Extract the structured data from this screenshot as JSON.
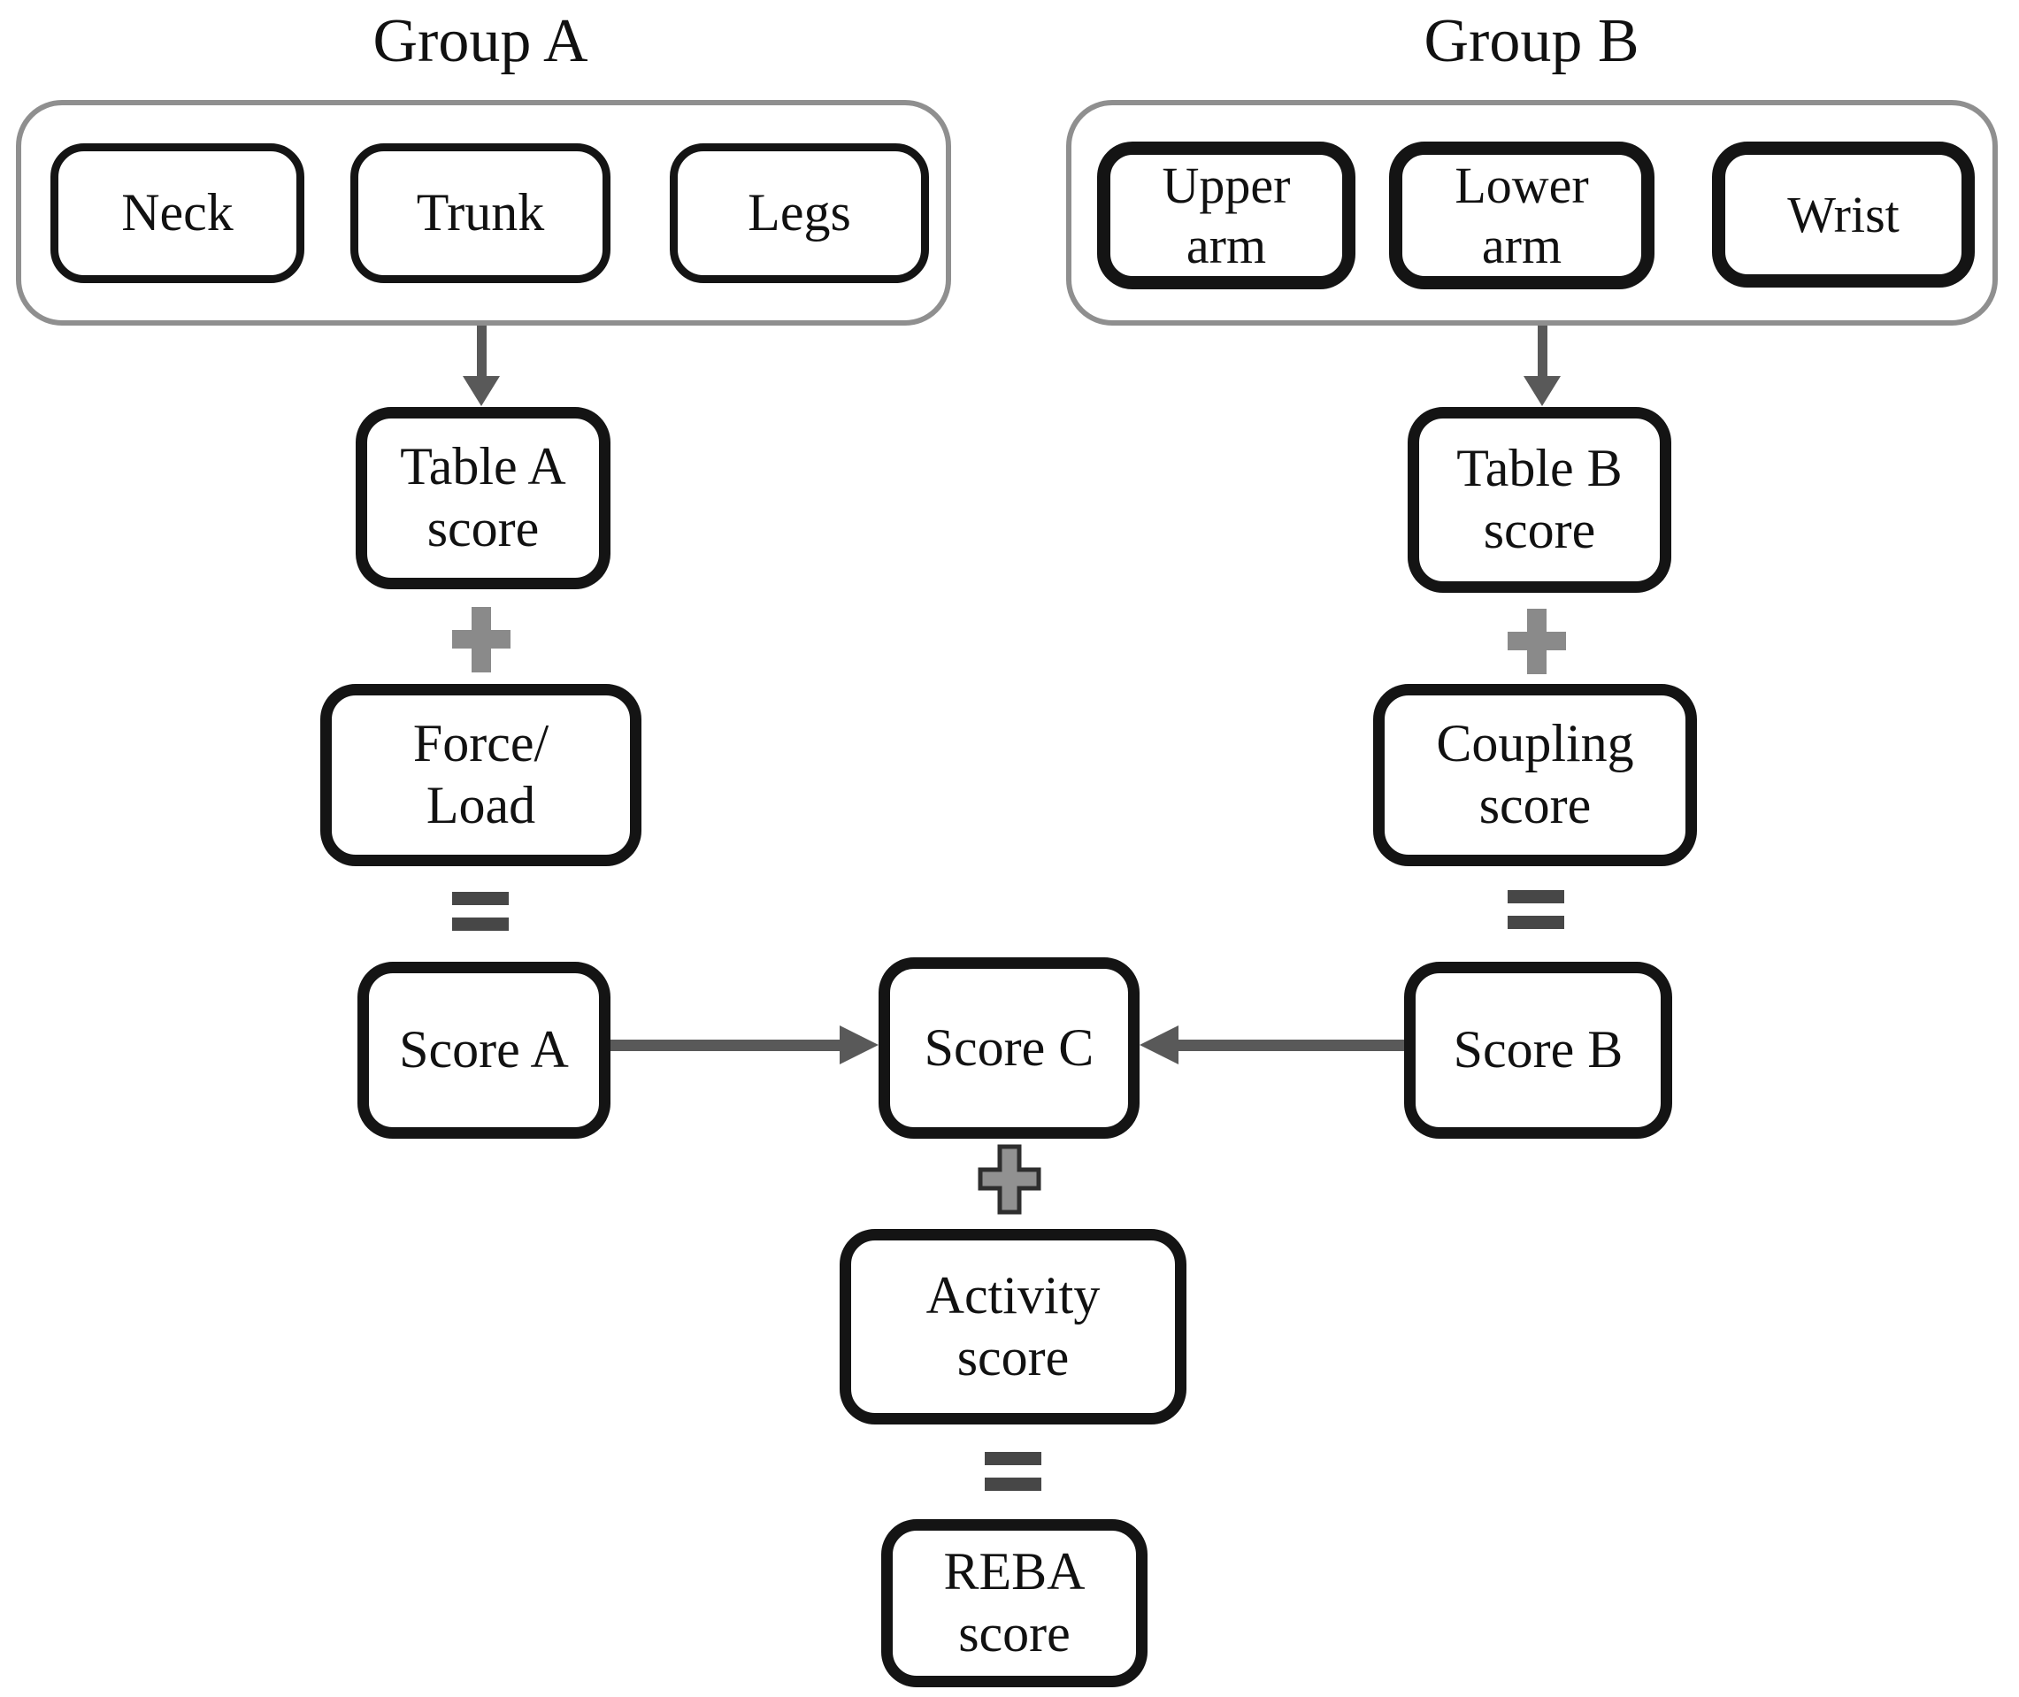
{
  "titles": {
    "group_a": "Group A",
    "group_b": "Group B"
  },
  "group_a": {
    "items": [
      "Neck",
      "Trunk",
      "Legs"
    ]
  },
  "group_b": {
    "items": [
      "Upper\narm",
      "Lower\narm",
      "Wrist"
    ]
  },
  "nodes": {
    "table_a_score": "Table A\nscore",
    "force_load": "Force/\nLoad",
    "score_a": "Score A",
    "table_b_score": "Table B\nscore",
    "coupling_score": "Coupling\nscore",
    "score_b": "Score B",
    "score_c": "Score C",
    "activity_score": "Activity\nscore",
    "reba_score": "REBA\nscore"
  },
  "icons": {
    "plus": "plus-icon",
    "equals": "equals-icon",
    "arrow_down": "arrow-down-icon",
    "arrow_right": "arrow-right-icon",
    "arrow_left": "arrow-left-icon"
  },
  "colors": {
    "background": "#ffffff",
    "container_border": "#8f8f8f",
    "box_border": "#141414",
    "text": "#111111",
    "arrow": "#595959",
    "plus": "#8a8a8a",
    "plus_outline_fill": "#919191",
    "plus_outline_stroke": "#2e2e2e",
    "equals": "#474747"
  }
}
